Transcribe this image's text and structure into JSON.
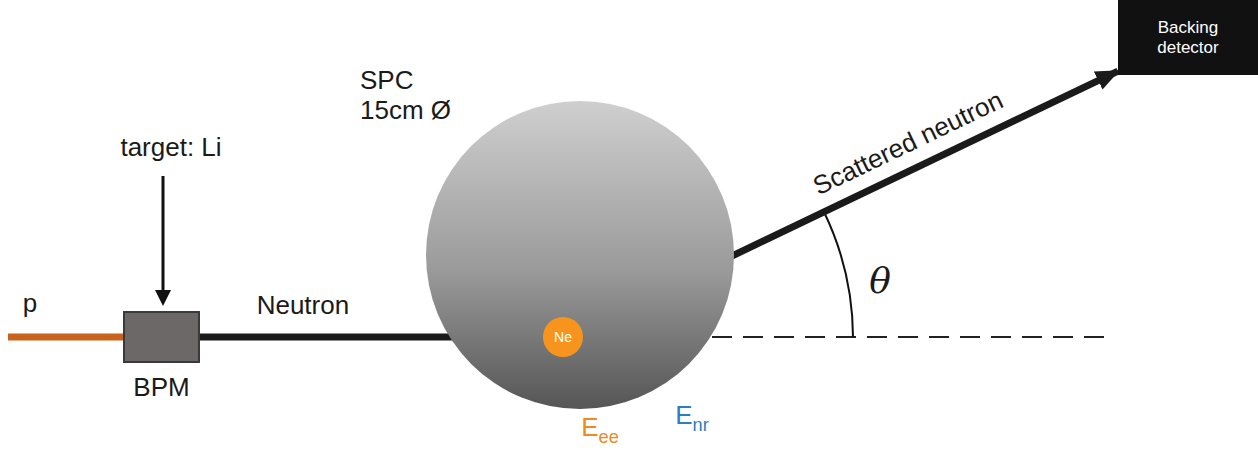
{
  "diagram": {
    "nodes": [
      {
        "text": [
          "BPM"
        ]
      },
      {
        "text": [
          "SPC 15cm Ø"
        ]
      },
      {
        "text": [
          "Ne"
        ],
        "in": 1
      },
      {
        "text": [
          "Backing detector"
        ]
      }
    ],
    "edges": [
      {
        "from": 0,
        "to": 2,
        "arrow": "to",
        "label": "Neutron"
      },
      {
        "from": 2,
        "to": 3,
        "arrow": "to",
        "label": "Scattered neutron"
      }
    ],
    "labels": [
      "p",
      "target: Li",
      "θ",
      "Eee",
      "Enr"
    ]
  }
}
